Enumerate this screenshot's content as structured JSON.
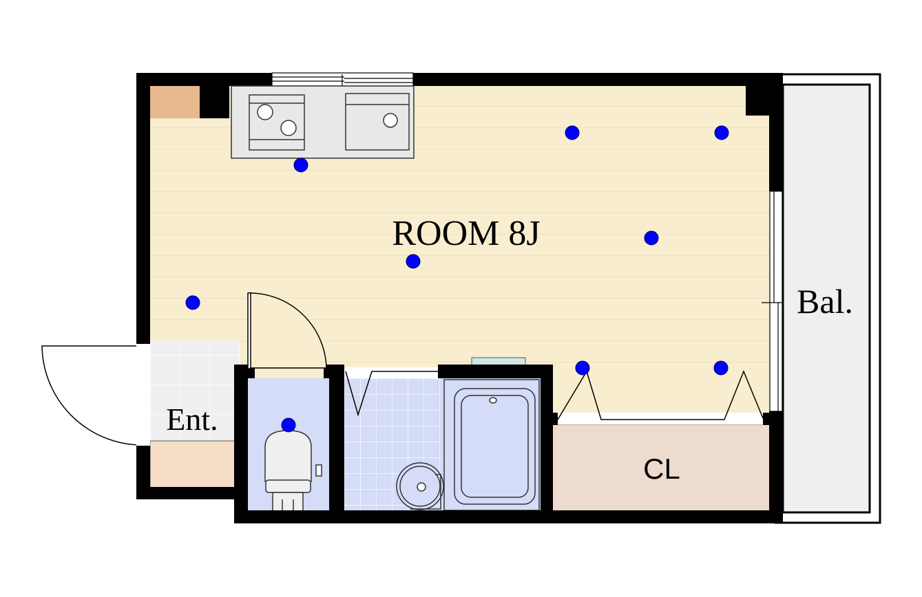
{
  "plan": {
    "rooms": {
      "main": {
        "label": "ROOM 8J",
        "fill": "#f8edcf"
      },
      "balcony": {
        "label": "Bal.",
        "fill": "#efefef"
      },
      "entrance": {
        "label": "Ent.",
        "fill": "#efefef"
      },
      "closet": {
        "label": "CL",
        "fill": "#eddbd0"
      },
      "toilet": {
        "fill": "#d4dcf7"
      },
      "bath": {
        "fill": "#d4dcf7"
      }
    },
    "colors": {
      "wall": "#000000",
      "marker": "#0000ff",
      "shelf": "#e8b98e",
      "shoe_cabinet": "#f5ddc8",
      "kitchen": "#e8e8e8"
    },
    "marker_icon": "blue-dot-marker"
  }
}
